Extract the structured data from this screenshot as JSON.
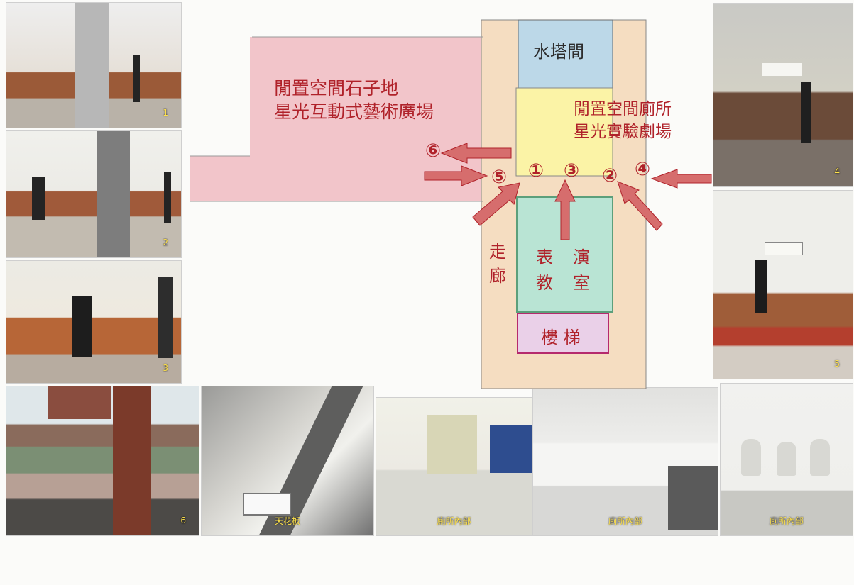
{
  "photos": {
    "p1": "1",
    "p2": "2",
    "p3": "3",
    "p4": "4",
    "p5": "5",
    "p6": "6",
    "ceiling": "天花板",
    "restroom_a": "廁所內部",
    "restroom_b": "廁所內部",
    "restroom_c": "廁所內部"
  },
  "plan": {
    "left_title_1": "閒置空間石子地",
    "left_title_2": "星光互動式藝術廣場",
    "right_title_1": "閒置空間廁所",
    "right_title_2": "星光實驗劇場",
    "water_tower": "水塔間",
    "corridor_1": "走",
    "corridor_2": "廊",
    "classroom_1": "表",
    "classroom_2": "演",
    "classroom_3": "教",
    "classroom_4": "室",
    "stairs": "樓 梯",
    "markers": [
      "⑥",
      "⑤",
      "①",
      "③",
      "②",
      "④"
    ]
  },
  "colors": {
    "red": "#b0222a",
    "plaza": "#efb8c0",
    "water": "#bcd8e8",
    "classroom": "#b9e4d4",
    "restroom": "#fbf3a6",
    "stairs": "#ead0e8",
    "corridor": "#f5ddc1"
  }
}
